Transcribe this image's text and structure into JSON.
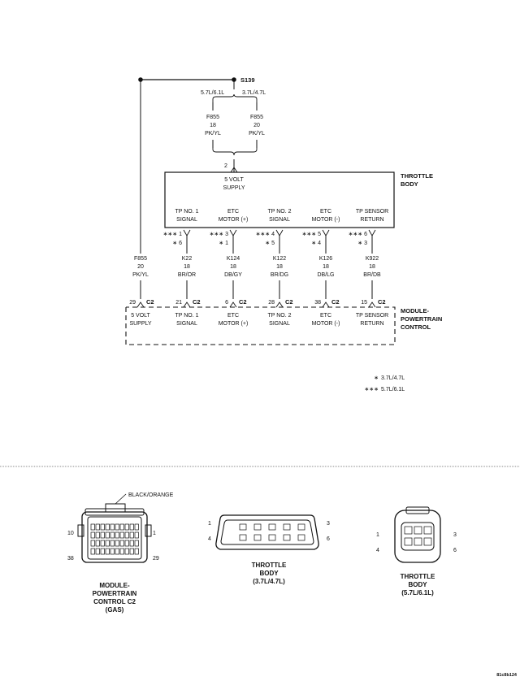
{
  "splice": {
    "label": "S139",
    "left_option": "5.7L/6.1L",
    "right_option": "3.7L/4.7L"
  },
  "feeds": [
    {
      "circuit": "F855",
      "gauge": "18",
      "color": "PK/YL"
    },
    {
      "circuit": "F855",
      "gauge": "20",
      "color": "PK/YL"
    }
  ],
  "throttle_body": {
    "title": [
      "THROTTLE",
      "BODY"
    ],
    "supply_pin": "2",
    "supply_label": [
      "5 VOLT",
      "SUPPLY"
    ],
    "pins": [
      {
        "label": [
          "TP NO. 1",
          "SIGNAL"
        ],
        "pin_a": "∗∗∗ 1",
        "pin_b": "∗ 6"
      },
      {
        "label": [
          "ETC",
          "MOTOR (+)"
        ],
        "pin_a": "∗∗∗ 3",
        "pin_b": "∗ 1"
      },
      {
        "label": [
          "TP NO. 2",
          "SIGNAL"
        ],
        "pin_a": "∗∗∗ 4",
        "pin_b": "∗ 5"
      },
      {
        "label": [
          "ETC",
          "MOTOR (-)"
        ],
        "pin_a": "∗∗∗ 5",
        "pin_b": "∗ 4"
      },
      {
        "label": [
          "TP SENSOR",
          "RETURN"
        ],
        "pin_a": "∗∗∗ 6",
        "pin_b": "∗ 3"
      }
    ]
  },
  "wires": [
    {
      "circuit": "F855",
      "gauge": "20",
      "color": "PK/YL"
    },
    {
      "circuit": "K22",
      "gauge": "18",
      "color": "BR/OR"
    },
    {
      "circuit": "K124",
      "gauge": "18",
      "color": "DB/GY"
    },
    {
      "circuit": "K122",
      "gauge": "18",
      "color": "BR/DG"
    },
    {
      "circuit": "K126",
      "gauge": "18",
      "color": "DB/LG"
    },
    {
      "circuit": "K922",
      "gauge": "18",
      "color": "BR/DB"
    }
  ],
  "pcm": {
    "title": [
      "MODULE-",
      "POWERTRAIN",
      "CONTROL"
    ],
    "connector": "C2",
    "pins": [
      {
        "pin": "29",
        "label": [
          "5 VOLT",
          "SUPPLY"
        ]
      },
      {
        "pin": "21",
        "label": [
          "TP NO. 1",
          "SIGNAL"
        ]
      },
      {
        "pin": "6",
        "label": [
          "ETC",
          "MOTOR (+)"
        ]
      },
      {
        "pin": "28",
        "label": [
          "TP NO. 2",
          "SIGNAL"
        ]
      },
      {
        "pin": "38",
        "label": [
          "ETC",
          "MOTOR (-)"
        ]
      },
      {
        "pin": "15",
        "label": [
          "TP SENSOR",
          "RETURN"
        ]
      }
    ]
  },
  "legend": [
    {
      "symbol": "∗",
      "text": "3.7L/4.7L"
    },
    {
      "symbol": "∗∗∗",
      "text": "5.7L/6.1L"
    }
  ],
  "connectors": {
    "pcm_c2": {
      "callout": "BLACK/ORANGE",
      "pin_10": "10",
      "pin_1": "1",
      "pin_38": "38",
      "pin_29": "29",
      "caption": [
        "MODULE-",
        "POWERTRAIN",
        "CONTROL C2",
        "(GAS)"
      ]
    },
    "tb_37": {
      "pin_1": "1",
      "pin_4": "4",
      "pin_3": "3",
      "pin_6": "6",
      "caption": [
        "THROTTLE",
        "BODY",
        "(3.7L/4.7L)"
      ]
    },
    "tb_57": {
      "pin_1": "1",
      "pin_4": "4",
      "pin_3": "3",
      "pin_6": "6",
      "caption": [
        "THROTTLE",
        "BODY",
        "(5.7L/6.1L)"
      ]
    }
  },
  "figure_id": "81c8b124"
}
